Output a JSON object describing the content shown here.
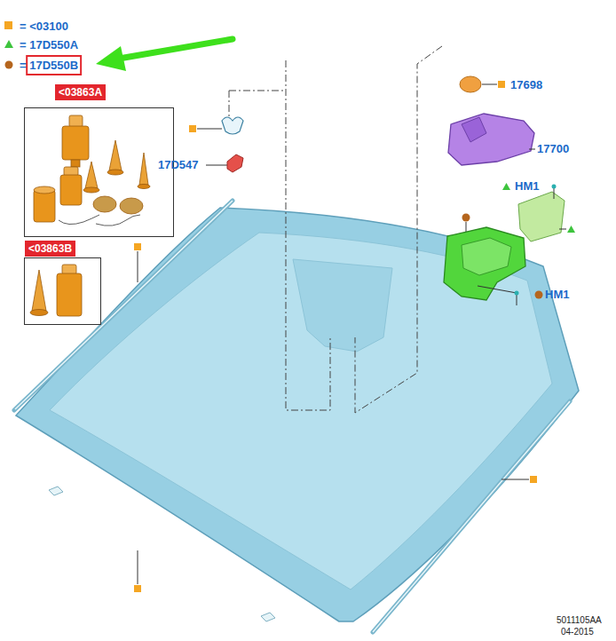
{
  "diagram": {
    "nodes": [
      {
        "text": [
          "<03863A"
        ]
      },
      {
        "text": [
          "<03863B"
        ]
      }
    ],
    "labels": [
      "17698",
      "17700",
      "17D547",
      "HM1",
      "HM1",
      "5011105AA",
      "04-2015"
    ],
    "legend": [
      {
        "text": "= <03100",
        "color": "#f5a623"
      },
      {
        "text": "= 17D550A"
      },
      {
        "text": "= 17D550B"
      }
    ]
  }
}
